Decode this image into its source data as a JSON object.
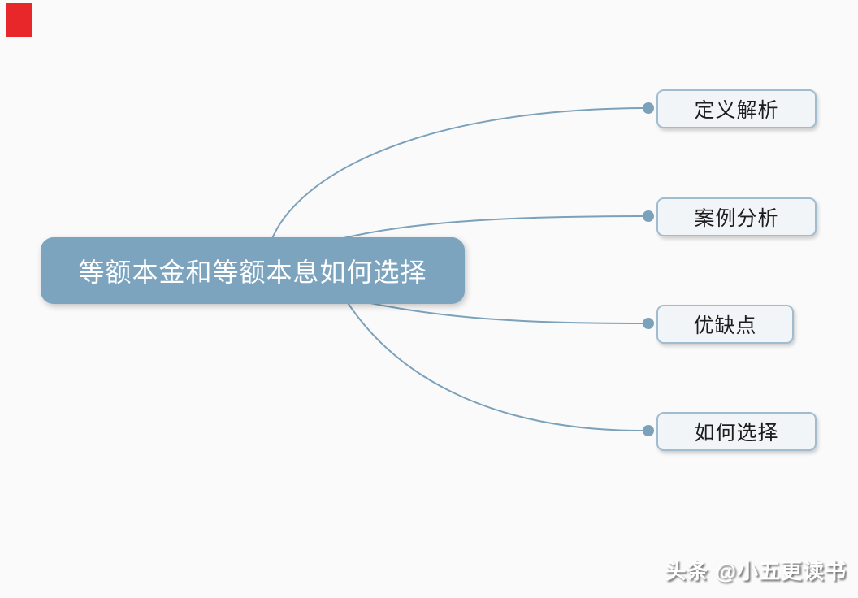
{
  "mindmap": {
    "root": {
      "label": "等额本金和等额本息如何选择"
    },
    "children": [
      {
        "label": "定义解析"
      },
      {
        "label": "案例分析"
      },
      {
        "label": "优缺点"
      },
      {
        "label": "如何选择"
      }
    ]
  },
  "watermark": {
    "text": "头条 @小五更读书"
  },
  "colors": {
    "background": "#fafafa",
    "root_fill": "#7ca4bf",
    "root_text": "#ffffff",
    "connector": "#7ba1bb",
    "child_border": "#a0bcd0",
    "child_fill": "#f2f5f7",
    "child_text": "#1d1d1d",
    "marker_red": "#e8272b"
  }
}
